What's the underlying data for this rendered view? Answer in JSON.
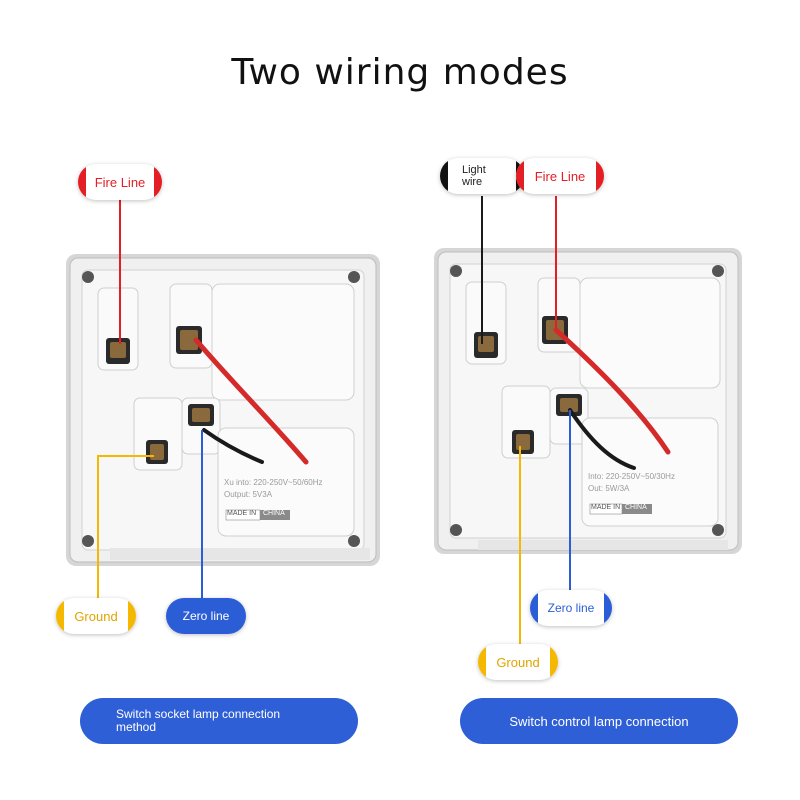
{
  "title": "Two wiring modes",
  "left": {
    "fire_label": "Fire Line",
    "ground_label": "Ground",
    "zero_label": "Zero line",
    "panel_spec_line1": "Xu into: 220-250V~50/60Hz",
    "panel_spec_line2": "Output: 5V3A",
    "panel_made_in": "MADE IN",
    "panel_country": "CHINA",
    "banner": "Switch socket lamp connection method"
  },
  "right": {
    "light_label": "Light wire",
    "fire_label": "Fire Line",
    "zero_label": "Zero line",
    "ground_label": "Ground",
    "panel_spec_line1": "Into: 220-250V~50/30Hz",
    "panel_spec_line2": "Out: 5W/3A",
    "panel_made_in": "MADE IN",
    "panel_country": "CHINA",
    "banner": "Switch control lamp connection"
  },
  "colors": {
    "fire": "#e31e24",
    "ground": "#f5b800",
    "zero": "#2b5ed6",
    "light": "#111111",
    "banner": "#2f5fd6"
  }
}
